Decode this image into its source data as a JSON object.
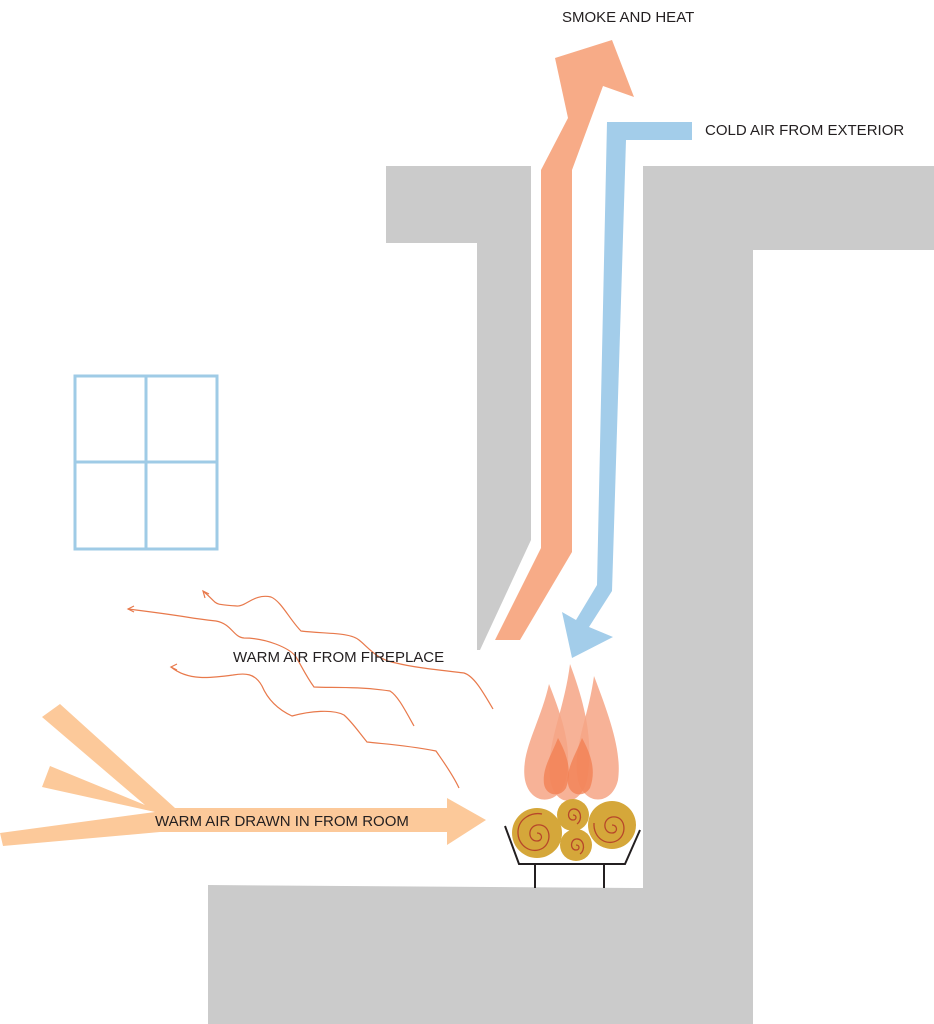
{
  "labels": {
    "smoke_and_heat": "SMOKE AND HEAT",
    "cold_air": "COLD AIR FROM EXTERIOR",
    "warm_air_fireplace": "WARM AIR FROM FIREPLACE",
    "warm_air_room": "WARM AIR DRAWN IN FROM ROOM"
  },
  "colors": {
    "wall": "#cbcbcb",
    "smoke_arrow": "#f7ab87",
    "cold_arrow": "#a3cdea",
    "room_arrow": "#fcc99a",
    "warm_wave": "#e8794b",
    "window_frame": "#9fcbe6",
    "flame_outer": "#f6a485",
    "flame_inner": "#f17d50",
    "log_fill": "#d5a73a",
    "log_swirl": "#b7472a",
    "grate": "#231f20"
  },
  "icons": {
    "window": "window-icon",
    "fire": "flame-icon",
    "logs": "log-icon",
    "grate": "fire-grate-icon"
  }
}
